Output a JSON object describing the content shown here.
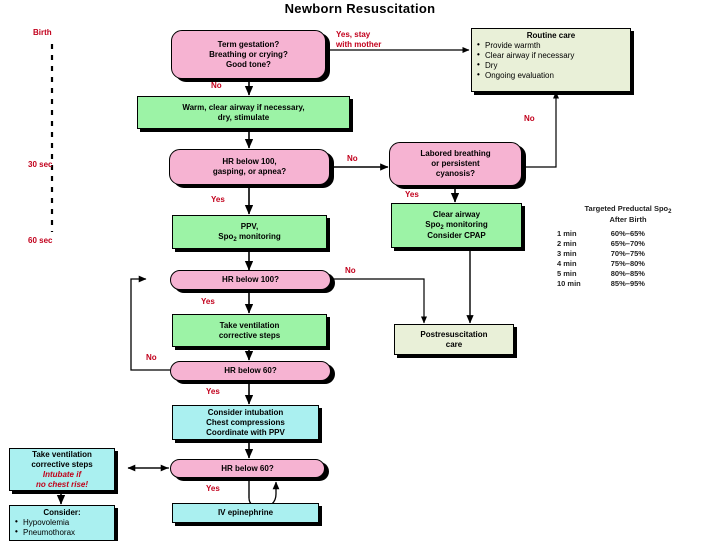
{
  "title": "Newborn Resuscitation",
  "colors": {
    "pink": "#f6b3d2",
    "green": "#9cf3a6",
    "cyan": "#aaf0f0",
    "cream": "#e9f0d8",
    "label_red": "#c2001c",
    "outline": "#000000",
    "background": "#ffffff"
  },
  "timeline": {
    "birth": "Birth",
    "thirty": "30 sec",
    "sixty": "60 sec"
  },
  "nodes": {
    "term_gestation": {
      "l1": "Term gestation?",
      "l2": "Breathing or crying?",
      "l3": "Good tone?"
    },
    "routine_care": {
      "header": "Routine care",
      "b1": "Provide warmth",
      "b2": "Clear airway if necessary",
      "b3": "Dry",
      "b4": "Ongoing evaluation"
    },
    "warm_clear": {
      "l1": "Warm, clear airway if necessary,",
      "l2": "dry, stimulate"
    },
    "hr_below_100_gasping": {
      "l1": "HR below 100,",
      "l2": "gasping, or apnea?"
    },
    "labored_breathing": {
      "l1": "Labored breathing",
      "l2": "or persistent",
      "l3": "cyanosis?"
    },
    "ppv": {
      "l1": "PPV,",
      "l2": "Spo2 monitoring"
    },
    "clear_airway": {
      "l1": "Clear airway",
      "l2": "Spo2 monitoring",
      "l3": "Consider CPAP"
    },
    "hr_below_100": {
      "l1": "HR below 100?"
    },
    "take_vent_steps": {
      "l1": "Take ventilation",
      "l2": "corrective steps"
    },
    "postresuscitation": {
      "l1": "Postresuscitation",
      "l2": "care"
    },
    "hr_below_60_a": {
      "l1": "HR below 60?"
    },
    "consider_intubation": {
      "l1": "Consider intubation",
      "l2": "Chest compressions",
      "l3": "Coordinate with PPV"
    },
    "hr_below_60_b": {
      "l1": "HR below 60?"
    },
    "iv_epinephrine": {
      "l1": "IV epinephrine"
    },
    "take_vent_steps_left": {
      "l1": "Take ventilation",
      "l2": "corrective steps",
      "l3": "Intubate if",
      "l4": "no chest rise!"
    },
    "consider_box": {
      "header": "Consider:",
      "b1": "Hypovolemia",
      "b2": "Pneumothorax"
    }
  },
  "edge_labels": {
    "no_1": "No",
    "yes_stay_with_mother_l1": "Yes, stay",
    "yes_stay_with_mother_l2": "with mother",
    "no_2": "No",
    "no_3": "No",
    "yes_1": "Yes",
    "yes_2": "Yes",
    "no_4": "No",
    "yes_3": "Yes",
    "no_5": "No",
    "yes_4": "Yes",
    "yes_5": "Yes"
  },
  "sat_table": {
    "caption_l1": "Targeted Preductal Spo2",
    "caption_l2": "After Birth",
    "rows": [
      {
        "time": "1 min",
        "range": "60%–65%"
      },
      {
        "time": "2 min",
        "range": "65%–70%"
      },
      {
        "time": "3 min",
        "range": "70%–75%"
      },
      {
        "time": "4 min",
        "range": "75%–80%"
      },
      {
        "time": "5 min",
        "range": "80%–85%"
      },
      {
        "time": "10 min",
        "range": "85%–95%"
      }
    ]
  }
}
